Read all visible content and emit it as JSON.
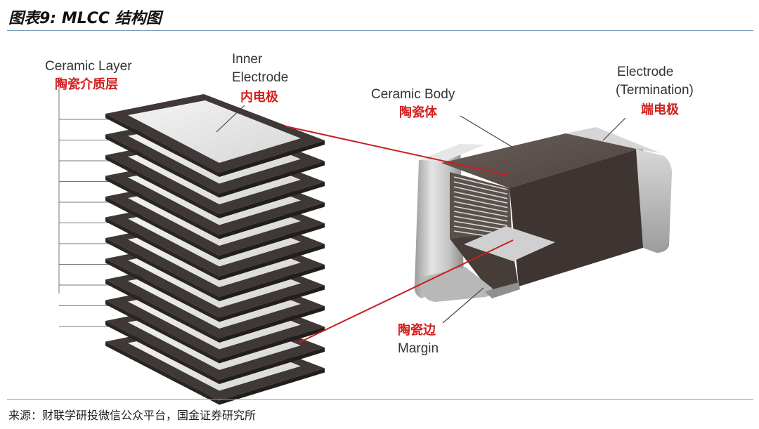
{
  "header": {
    "title": "图表9:  MLCC 结构图"
  },
  "labels": {
    "ceramic_layer_en": "Ceramic Layer",
    "ceramic_layer_cn": "陶瓷介质层",
    "inner_electrode_en_1": "Inner",
    "inner_electrode_en_2": "Electrode",
    "inner_electrode_cn": "内电极",
    "ceramic_body_en": "Ceramic Body",
    "ceramic_body_cn": "陶瓷体",
    "termination_en_1": "Electrode",
    "termination_en_2": "(Termination)",
    "termination_cn": "端电极",
    "margin_cn": "陶瓷边",
    "margin_en": "Margin"
  },
  "footer": {
    "source": "来源：财联学研投微信公众平台，国金证券研究所"
  },
  "colors": {
    "label_red": "#d21e1e",
    "leader_red": "#c81e1e",
    "body_brown": "#4a3f3b",
    "termination_silver": "#c8c8c8",
    "rule_blue": "#7aa0b8"
  }
}
